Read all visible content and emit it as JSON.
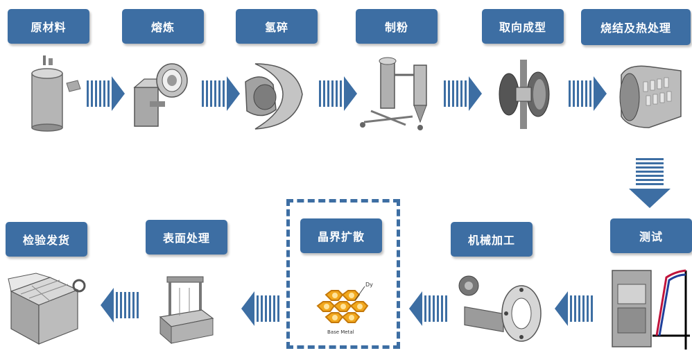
{
  "steps": {
    "raw_material": "原材料",
    "smelting": "熔炼",
    "hydrogen_crushing": "氢碎",
    "milling": "制粉",
    "oriented_forming": "取向成型",
    "sintering_heat_treatment": "烧结及热处理",
    "testing": "测试",
    "machining": "机械加工",
    "grain_boundary_diffusion": "晶界扩散",
    "surface_treatment": "表面处理",
    "inspection_shipping": "检验发货"
  },
  "diffusion_graphic": {
    "element_label": "Dy",
    "base_label": "Base Metal"
  },
  "colors": {
    "label_bg": "#3d6ea3",
    "arrow": "#3d6ea3",
    "frame": "#3d6ea3",
    "machine_gray": "#9a9a9a",
    "honeycomb": "#f2a81d"
  }
}
